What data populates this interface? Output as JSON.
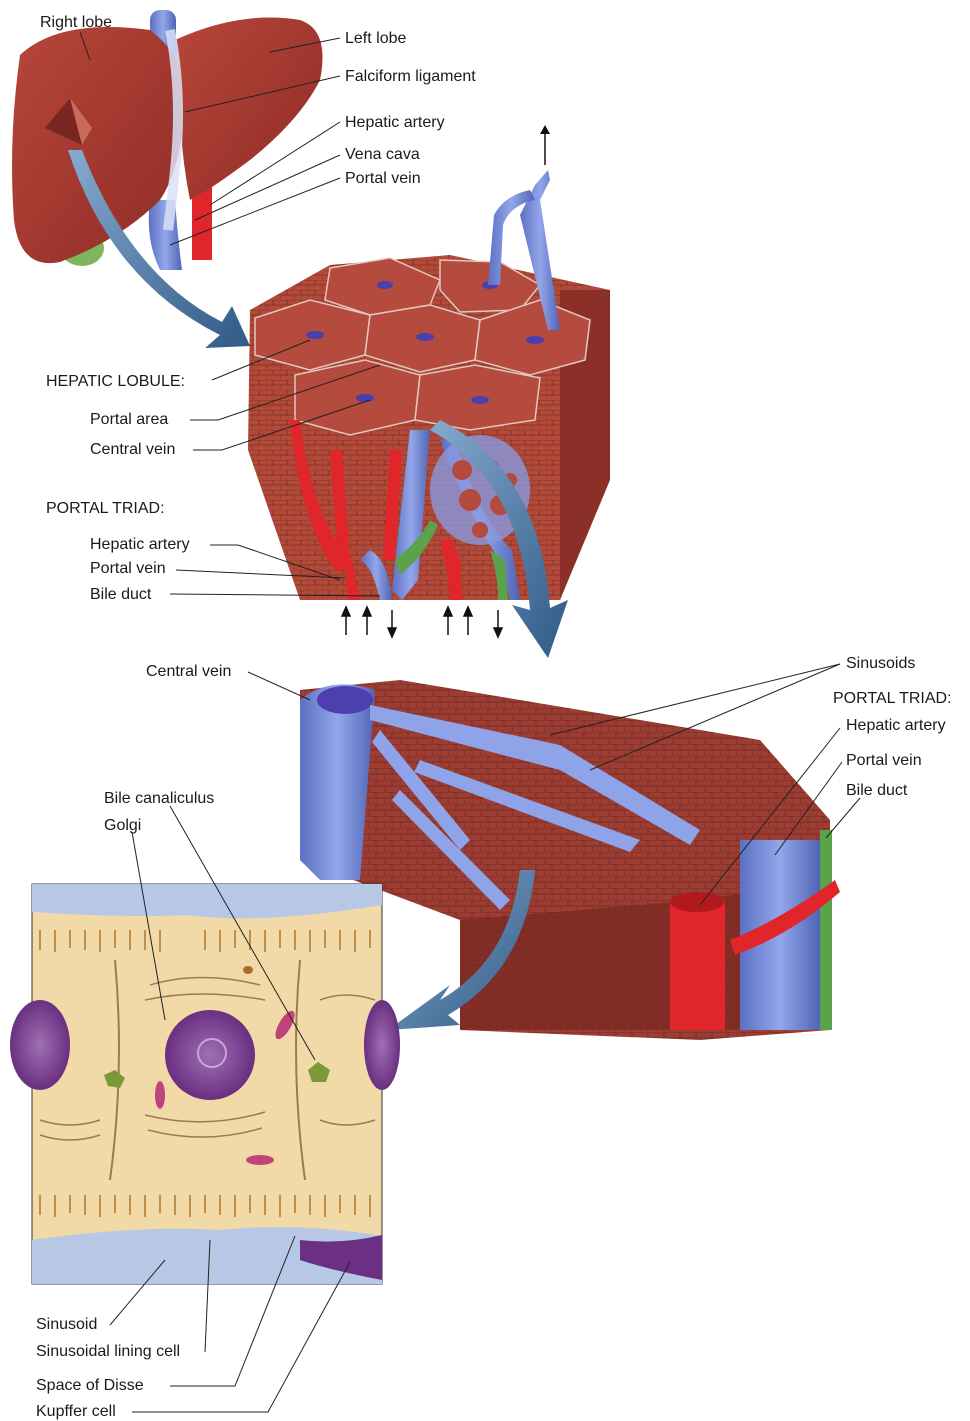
{
  "liver": {
    "right_lobe": "Right lobe",
    "left_lobe": "Left lobe",
    "falciform_ligament": "Falciform ligament",
    "hepatic_artery": "Hepatic artery",
    "vena_cava": "Vena cava",
    "portal_vein": "Portal vein"
  },
  "lobule": {
    "hepatic_lobule_heading": "HEPATIC LOBULE:",
    "portal_area": "Portal area",
    "central_vein": "Central vein",
    "portal_triad_heading": "PORTAL TRIAD:",
    "hepatic_artery": "Hepatic artery",
    "portal_vein": "Portal vein",
    "bile_duct": "Bile duct"
  },
  "sinusoid_view": {
    "central_vein": "Central vein",
    "sinusoids": "Sinusoids",
    "portal_triad_heading": "PORTAL TRIAD:",
    "hepatic_artery": "Hepatic artery",
    "portal_vein": "Portal vein",
    "bile_duct": "Bile duct"
  },
  "cell_view": {
    "bile_canaliculus": "Bile canaliculus",
    "golgi": "Golgi",
    "sinusoid": "Sinusoid",
    "sinusoidal_lining_cell": "Sinusoidal lining cell",
    "space_of_disse": "Space of Disse",
    "kupffer_cell": "Kupffer cell"
  },
  "colors": {
    "liver": "#a83a30",
    "vein_blue": "#6f86d6",
    "artery_red": "#e0262a",
    "bile_green": "#5aa34a",
    "cytoplasm": "#f2d9a8",
    "nucleus": "#7a3b8f",
    "arrow_blue": "#3c6a96"
  }
}
